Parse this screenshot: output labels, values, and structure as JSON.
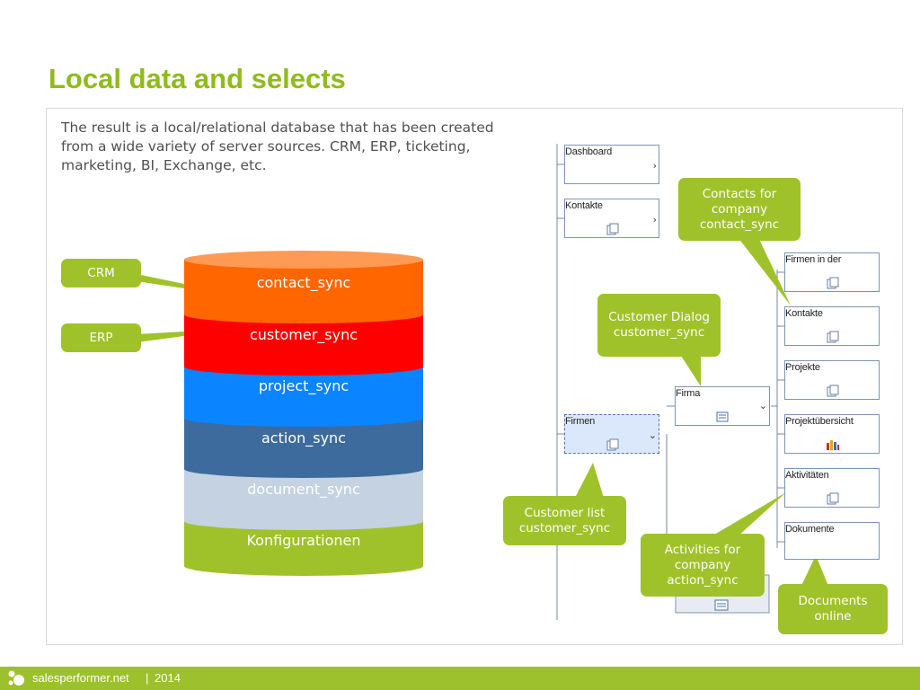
{
  "slide": {
    "title": "Local data and selects",
    "intro": "The result is a local/relational database that has been created from a wide variety of server sources. CRM, ERP, ticketing, marketing, BI, Exchange, etc."
  },
  "database_layers": [
    {
      "label": "contact_sync",
      "color": "#ff6600"
    },
    {
      "label": "customer_sync",
      "color": "#ff0000"
    },
    {
      "label": "project_sync",
      "color": "#0a84ff"
    },
    {
      "label": "action_sync",
      "color": "#3d6b9d"
    },
    {
      "label": "document_sync",
      "color": "#c4d2e2"
    },
    {
      "label": "Konfigurationen",
      "color": "#9fc22a"
    }
  ],
  "sources": {
    "crm": "CRM",
    "erp": "ERP"
  },
  "windows": {
    "dashboard": "Dashboard",
    "kontakte": "Kontakte",
    "firmen": "Firmen",
    "firma": "Firma",
    "firmen_in_der": "Firmen in der",
    "kontakte2": "Kontakte",
    "projekte": "Projekte",
    "projektuebersicht": "Projektübersicht",
    "aktivitaeten": "Aktivitäten",
    "dokumente": "Dokumente"
  },
  "callouts": {
    "contacts": "Contacts for company contact_sync",
    "customer_dialog": "Customer Dialog customer_sync",
    "customer_list": "Customer list customer_sync",
    "activities": "Activities for company action_sync",
    "documents": "Documents online"
  },
  "footer": {
    "brand": "salesperformer.net",
    "separator": "|",
    "year": "2014"
  },
  "colors": {
    "accent": "#9fc22a",
    "title": "#8fbb1b"
  }
}
